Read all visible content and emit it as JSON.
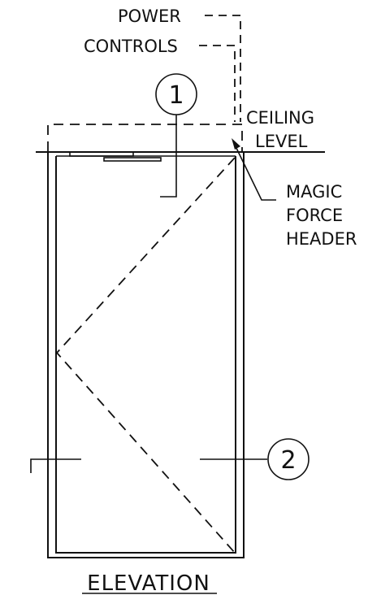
{
  "labels": {
    "power": "POWER",
    "controls": "CONTROLS",
    "ceiling_line1": "CEILING",
    "ceiling_line2": "LEVEL",
    "header_line1": "MAGIC",
    "header_line2": "FORCE",
    "header_line3": "HEADER"
  },
  "callouts": {
    "one": "1",
    "two": "2"
  },
  "title": "ELEVATION"
}
